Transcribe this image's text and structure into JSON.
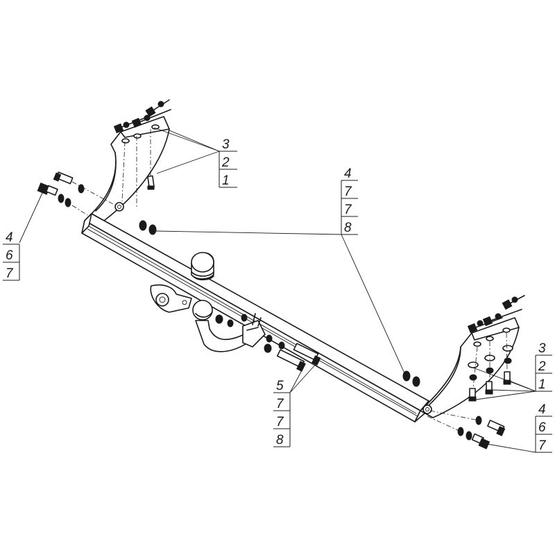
{
  "callouts": [
    {
      "id": "top-left-bracket",
      "labels": [
        "3",
        "2",
        "1"
      ]
    },
    {
      "id": "left-end",
      "labels": [
        "4",
        "6",
        "7"
      ]
    },
    {
      "id": "center-pad",
      "labels": [
        "4",
        "7",
        "7",
        "8"
      ]
    },
    {
      "id": "ball-mount",
      "labels": [
        "5",
        "7",
        "7",
        "8"
      ]
    },
    {
      "id": "right-bracket",
      "labels": [
        "3",
        "2",
        "1"
      ]
    },
    {
      "id": "right-end",
      "labels": [
        "4",
        "6",
        "7"
      ]
    }
  ]
}
